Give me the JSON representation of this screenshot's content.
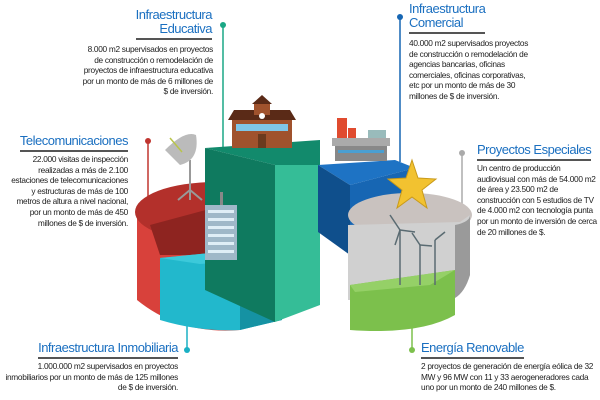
{
  "sections": {
    "educativa": {
      "title_line1": "Infraestructura",
      "title_line2": "Educativa",
      "text": "8.000 m2 supervisados en proyectos de construcción o remodelación de proyectos de infraestructura educativa por un monto de más de 6 millones de $ de inversión.",
      "color": "#1aa785"
    },
    "telecom": {
      "title": "Telecomunicaciones",
      "text": "22.000 visitas de inspección realizadas a más de 2.100 estaciones de telecomunicaciones y estructuras de más de 100 metros de altura a nivel nacional, por un monto de más de 450 millones de $ de inversión.",
      "color": "#c0352f"
    },
    "comercial": {
      "title_line1": "Infraestructura",
      "title_line2": "Comercial",
      "text": "40.000 m2 supervisados proyectos de construcción o remodelación de agencias bancarias, oficinas comerciales, oficinas corporativas, etc por un monto de más de 30 millones de $ de inversión.",
      "color": "#1766b3"
    },
    "especiales": {
      "title": "Proyectos Especiales",
      "text": "Un centro de producción audiovisual con más de 54.000 m2  de área y 23.500 m2 de construcción con 5 estudios de TV de 4.000 m2 con tecnología punta por un monto de inversión de cerca de 20 millones de $.",
      "color": "#a8a8a8"
    },
    "inmobiliaria": {
      "title": "Infraestructura Inmobiliaria",
      "text": "1.000.000 m2 supervisados en proyectos inmobiliarios por un monto de más de 125 millones de $ de inversión.",
      "color": "#1ab0c4"
    },
    "energia": {
      "title": "Energía Renovable",
      "text": "2 proyectos de generación de energía eólica de 32 MW y 96 MW  con 11 y 33 aerogeneradores cada uno por un monto de 240 millones de $.",
      "color": "#7cc04c"
    }
  }
}
